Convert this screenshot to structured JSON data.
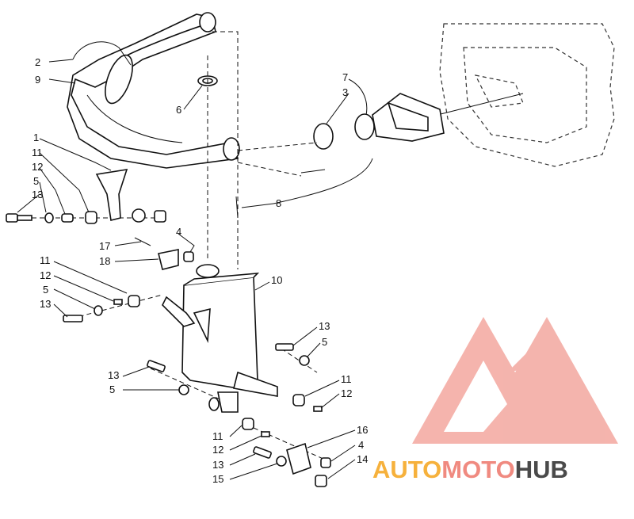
{
  "callouts": {
    "c1": "1",
    "c2": "2",
    "c3": "3",
    "c4a": "4",
    "c4b": "4",
    "c5a": "5",
    "c5b": "5",
    "c5c": "5",
    "c5d": "5",
    "c6": "6",
    "c7": "7",
    "c8": "8",
    "c9": "9",
    "c10": "10",
    "c11a": "11",
    "c11b": "11",
    "c11c": "11",
    "c11d": "11",
    "c12a": "12",
    "c12b": "12",
    "c12c": "12",
    "c12d": "12",
    "c13a": "13",
    "c13b": "13",
    "c13c": "13",
    "c13d": "13",
    "c13e": "13",
    "c14": "14",
    "c15": "15",
    "c16": "16",
    "c17": "17",
    "c18": "18"
  },
  "watermark": {
    "part1": "AUTO",
    "part2": "MOTO",
    "part3": "HUB",
    "color_main": "#f08a80",
    "color_accent": "#f6b13c",
    "color_dark": "#4a4a4a"
  }
}
